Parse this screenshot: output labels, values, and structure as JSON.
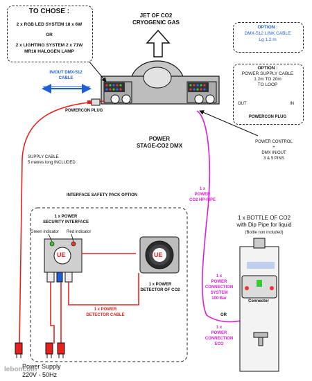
{
  "choose": {
    "title": "TO CHOSE :",
    "line1": "2 x RGB LED SYSTEM 18 x 6W",
    "or": "OR",
    "line2": "2 x LIGHTING SYSTEM 2 x 71W",
    "line3": "MR16 HALOGEN LAMP"
  },
  "jet": {
    "line1": "JET OF CO2",
    "line2": "CRYOGENIC GAS"
  },
  "option_dmx": {
    "title": "OPTION :",
    "line1": "DMX-512 LINK CABLE",
    "line2": "Lg 1.2 m"
  },
  "option_power": {
    "title": "OPTION :",
    "line1": "POWER SUPPLY CABLE",
    "line2": "1.2m TO 20m",
    "line3": "TO LOOP",
    "out": "OUT",
    "in": "IN",
    "plug": "POWERCON PLUG"
  },
  "dmx_cable": {
    "line1": "IN/OUT DMX-512",
    "line2": "CABLE"
  },
  "powercon_plug": "POWERCON PLUG",
  "power_stage": {
    "line1": "POWER",
    "line2": "STAGE-CO2 DMX"
  },
  "power_control": {
    "line1": "POWER CONTROL",
    "line2": "+",
    "line3": "DMX IN/OUT",
    "line4": "3 & 5 PINS"
  },
  "supply_cable": {
    "line1": "SUPPLY CABLE",
    "line2": "5 metres long INCLUDED"
  },
  "hp_pipe": {
    "line1": "1 x",
    "line2": "POWER",
    "line3": "CO2 HP-PIPE"
  },
  "safety_title": "INTERFACE SAFETY PACK OPTION",
  "security": {
    "line1": "1 x POWER",
    "line2": "SECURITY INTERFACE"
  },
  "indicators": {
    "green": "Green indicator",
    "red": "Red indicator"
  },
  "detector": {
    "line1": "1 x POWER",
    "line2": "DETECTOR OF CO2"
  },
  "detector_cable": {
    "line1": "1 x POWER",
    "line2": "DETECTOR CABLE"
  },
  "logo_text": "UE",
  "bottle": {
    "line1": "1 x BOTTLE OF CO2",
    "line2": "with Dip Pipe for liquid",
    "line3": "(Bottle non included)"
  },
  "connection_system": {
    "line1": "1 x",
    "line2": "POWER",
    "line3": "CONNECTION",
    "line4": "SYSTEM",
    "line5": "100 Bar"
  },
  "connector_label": "Connector",
  "or_label": "OR",
  "connection_eco": {
    "line1": "1 x",
    "line2": "POWER",
    "line3": "CONNECTION",
    "line4": "ECO"
  },
  "power_supply": {
    "line1": "Power Supply",
    "line2": "220V - 50Hz"
  },
  "watermark": "leboncoin",
  "colors": {
    "blue": "#1f5fd6",
    "red": "#e8211d",
    "magenta": "#e01bd8",
    "grey": "#c9c9c9"
  }
}
